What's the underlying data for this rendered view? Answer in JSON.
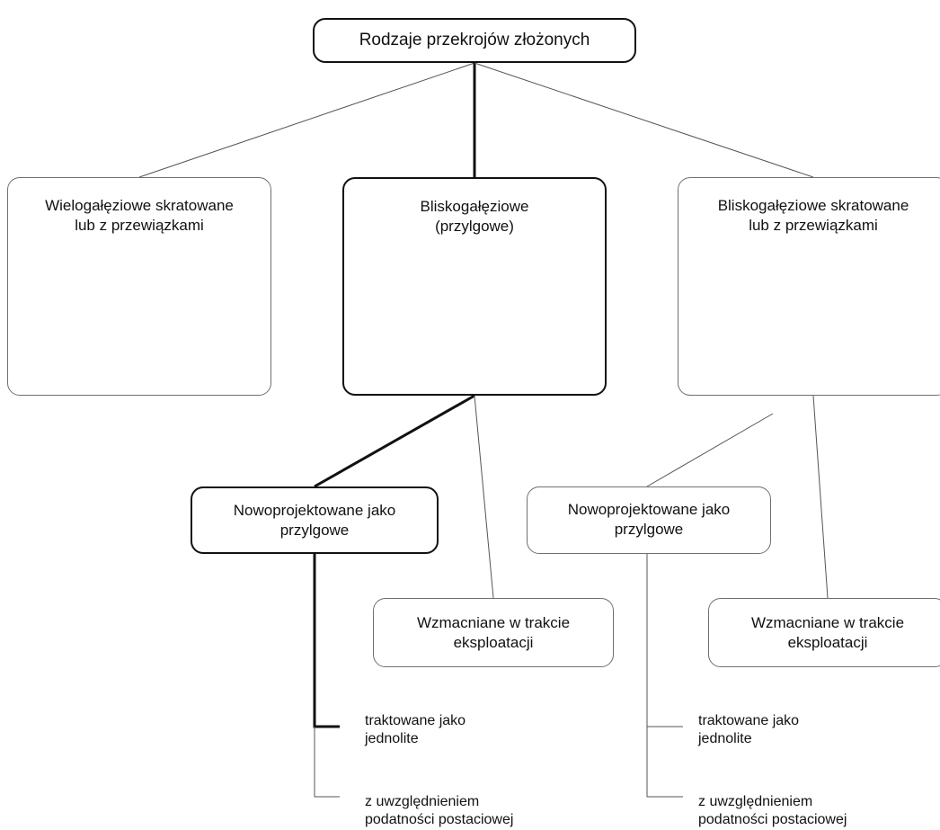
{
  "root": {
    "title": "Rodzaje przekrojów złożonych"
  },
  "categories": [
    {
      "line1": "Wielogałęziowe skratowane",
      "line2": "lub z przewiązkami"
    },
    {
      "line1": "Bliskogałęziowe",
      "line2": "(przylgowe)"
    },
    {
      "line1": "Bliskogałęziowe skratowane",
      "line2": "lub z przewiązkami"
    }
  ],
  "sub_left": {
    "new": {
      "line1": "Nowoprojektowane jako",
      "line2": "przylgowe"
    },
    "reinforced": {
      "line1": "Wzmacniane w trakcie",
      "line2": "eksploatacji"
    },
    "leaf1": {
      "line1": "traktowane jako",
      "line2": "jednolite"
    },
    "leaf2": {
      "line1": "z uwzględnieniem",
      "line2": "podatności postaciowej"
    }
  },
  "sub_right": {
    "new": {
      "line1": "Nowoprojektowane jako",
      "line2": "przylgowe"
    },
    "reinforced": {
      "line1": "Wzmacniane w trakcie",
      "line2": "eksploatacji"
    },
    "leaf1": {
      "line1": "traktowane jako",
      "line2": "jednolite"
    },
    "leaf2": {
      "line1": "z uwzględnieniem",
      "line2": "podatności postaciowej"
    }
  }
}
